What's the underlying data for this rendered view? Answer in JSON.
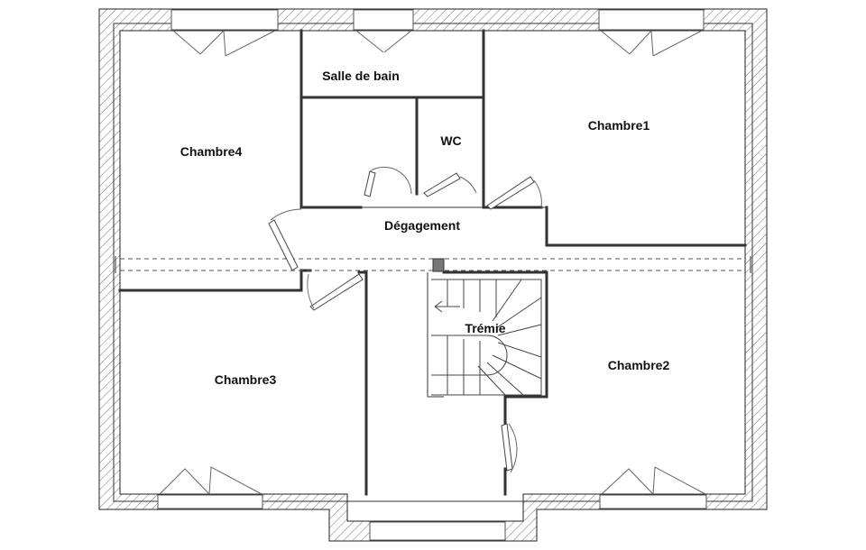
{
  "rooms": {
    "salle_de_bain": "Salle de bain",
    "wc": "WC",
    "chambre1": "Chambre1",
    "chambre2": "Chambre2",
    "chambre3": "Chambre3",
    "chambre4": "Chambre4",
    "degagement": "Dégagement",
    "tremie": "Trémie"
  },
  "colors": {
    "wall": "#333333",
    "hatch": "#777777",
    "background": "#ffffff"
  }
}
